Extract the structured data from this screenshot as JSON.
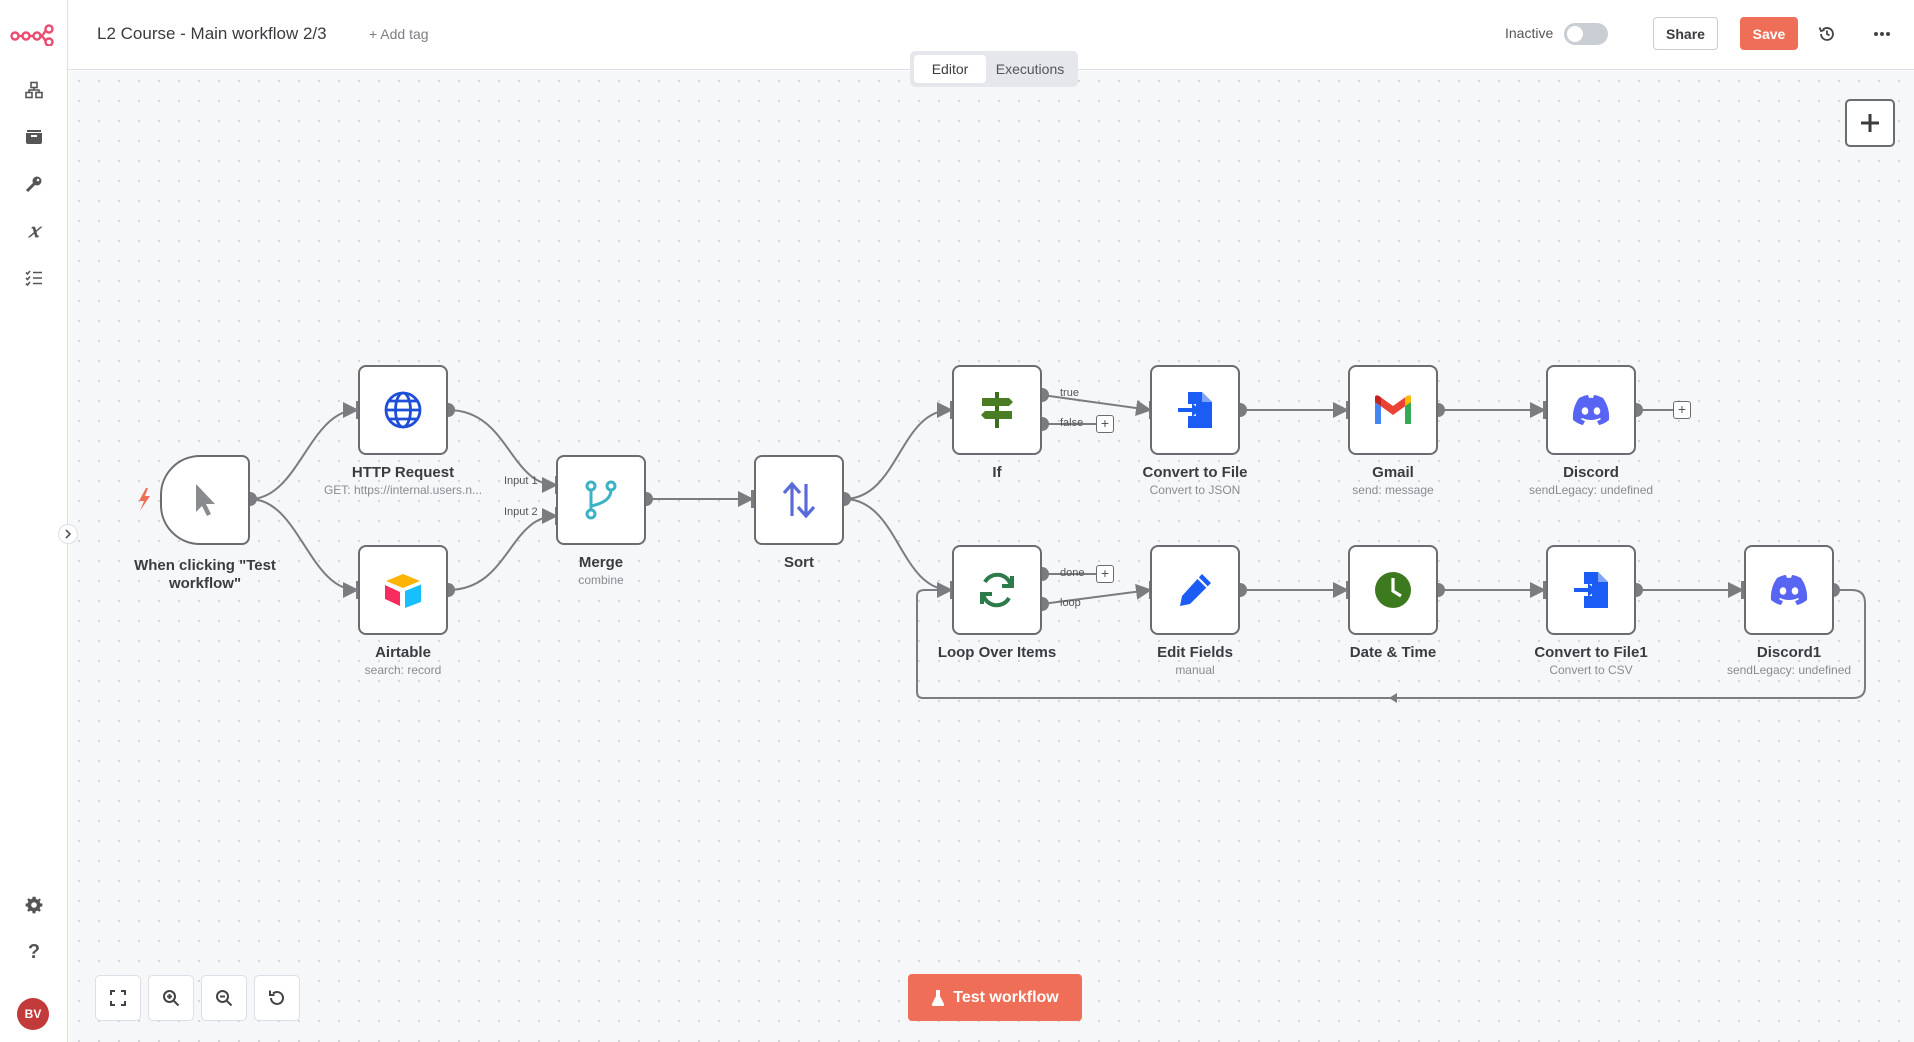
{
  "header": {
    "title": "L2 Course - Main workflow 2/3",
    "add_tag": "+ Add tag",
    "status_label": "Inactive",
    "share_label": "Share",
    "save_label": "Save"
  },
  "tabs": {
    "editor": "Editor",
    "executions": "Executions"
  },
  "sidebar": {
    "avatar_initials": "BV"
  },
  "nodes": {
    "trigger": {
      "name": "When clicking \"Test workflow\""
    },
    "http": {
      "name": "HTTP Request",
      "sub": "GET: https://internal.users.n..."
    },
    "airtable": {
      "name": "Airtable",
      "sub": "search: record"
    },
    "merge": {
      "name": "Merge",
      "sub": "combine",
      "input1": "Input 1",
      "input2": "Input 2"
    },
    "sort": {
      "name": "Sort"
    },
    "if": {
      "name": "If",
      "true_label": "true",
      "false_label": "false"
    },
    "convert": {
      "name": "Convert to File",
      "sub": "Convert to JSON"
    },
    "gmail": {
      "name": "Gmail",
      "sub": "send: message"
    },
    "discord": {
      "name": "Discord",
      "sub": "sendLegacy: undefined"
    },
    "loop": {
      "name": "Loop Over Items",
      "done_label": "done",
      "loop_label": "loop"
    },
    "editfields": {
      "name": "Edit Fields",
      "sub": "manual"
    },
    "datetime": {
      "name": "Date & Time"
    },
    "convert1": {
      "name": "Convert to File1",
      "sub": "Convert to CSV"
    },
    "discord1": {
      "name": "Discord1",
      "sub": "sendLegacy: undefined"
    }
  },
  "footer": {
    "test_button": "Test workflow"
  },
  "colors": {
    "accent": "#ef6e57",
    "node_border": "#6b6c70",
    "edge": "#7b7c80"
  }
}
